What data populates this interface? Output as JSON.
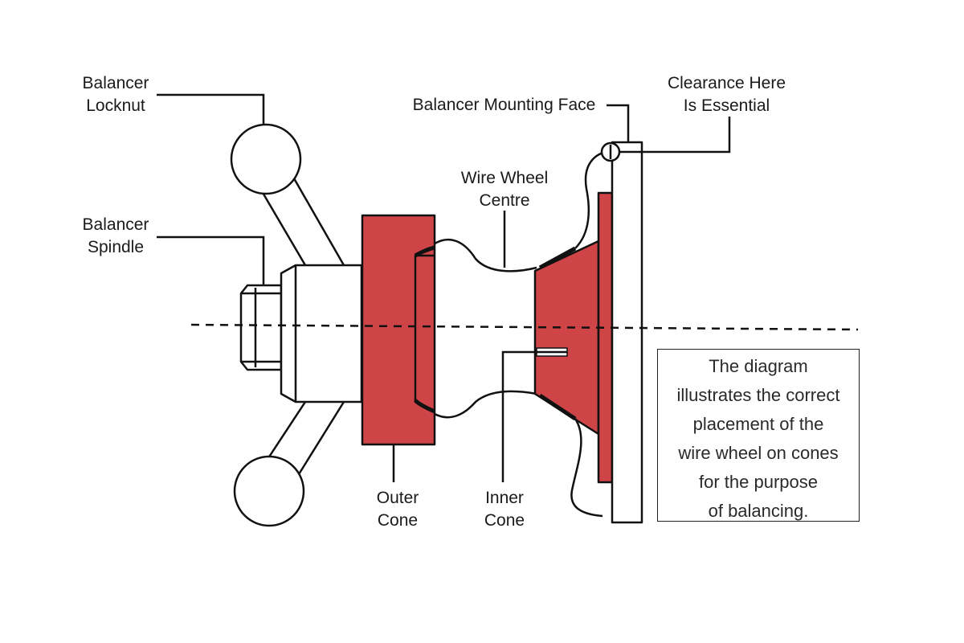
{
  "labels": {
    "balancer_locknut": [
      "Balancer",
      "Locknut"
    ],
    "balancer_spindle": [
      "Balancer",
      "Spindle"
    ],
    "balancer_mounting_face": "Balancer Mounting Face",
    "clearance": [
      "Clearance Here",
      "Is Essential"
    ],
    "wire_wheel_centre": [
      "Wire Wheel",
      "Centre"
    ],
    "outer_cone": [
      "Outer",
      "Cone"
    ],
    "inner_cone": [
      "Inner",
      "Cone"
    ]
  },
  "caption": [
    "The diagram",
    "illustrates the correct",
    "placement of the",
    "wire wheel on cones",
    "for the purpose",
    "of balancing."
  ],
  "colors": {
    "cone_fill": "#cf4547",
    "line": "#111111",
    "background": "#ffffff"
  }
}
